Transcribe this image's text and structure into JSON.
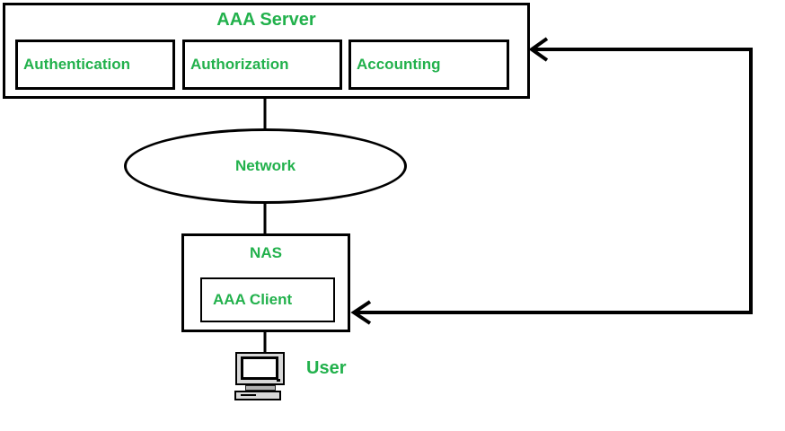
{
  "diagram": {
    "server": {
      "label": "AAA Server",
      "modules": [
        {
          "label": "Authentication"
        },
        {
          "label": "Authorization"
        },
        {
          "label": "Accounting"
        }
      ]
    },
    "network": {
      "label": "Network"
    },
    "nas": {
      "label": "NAS",
      "client": {
        "label": "AAA Client"
      }
    },
    "user": {
      "label": "User"
    },
    "colors": {
      "label_green": "#22B14C",
      "line_black": "#000000"
    }
  }
}
